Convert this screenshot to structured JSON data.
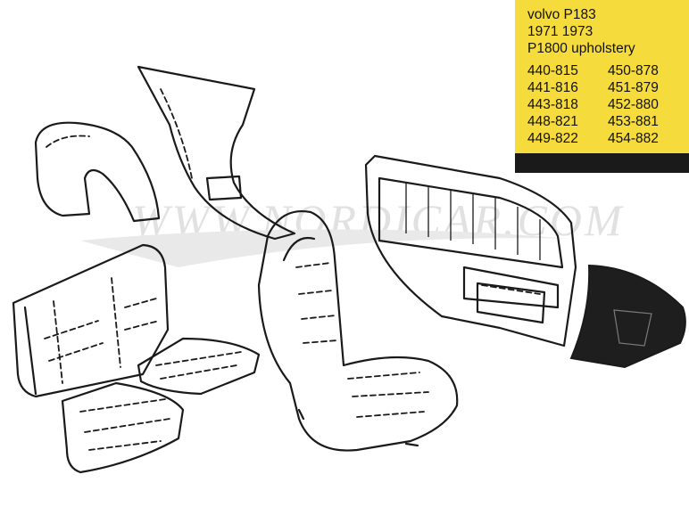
{
  "colors": {
    "label_bg": "#f6db3c",
    "label_bar": "#1a1a1a",
    "line": "#1a1a1a",
    "panel_fill": "#1e1e1e"
  },
  "watermark": "WWW.NORDICAR.COM",
  "label": {
    "line1": "volvo P183",
    "line2": "1971 1973",
    "line3": "P1800 upholstery",
    "parts_left": [
      "440-815",
      "441-816",
      "443-818",
      "448-821",
      "449-822"
    ],
    "parts_right": [
      "450-878",
      "451-879",
      "452-880",
      "453-881",
      "454-882"
    ]
  }
}
